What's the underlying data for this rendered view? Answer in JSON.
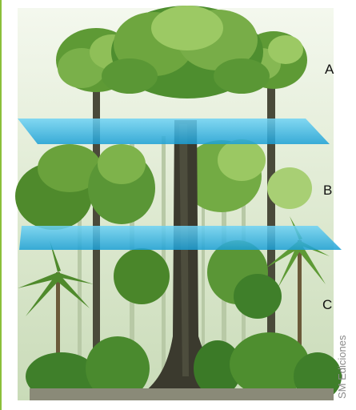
{
  "labels": {
    "a": "A",
    "b": "B",
    "c": "C"
  },
  "credit": "SM Ediciones",
  "colors": {
    "band": "#29b6e8",
    "canopy_dark": "#3f7f2a",
    "canopy_mid": "#6aa23c",
    "canopy_light": "#9fc862",
    "trunk": "#3b3a2e",
    "frame_border": "#8bbf3a"
  },
  "icons": {
    "tall-tree": "emergent tree",
    "palm": "palm tree"
  }
}
